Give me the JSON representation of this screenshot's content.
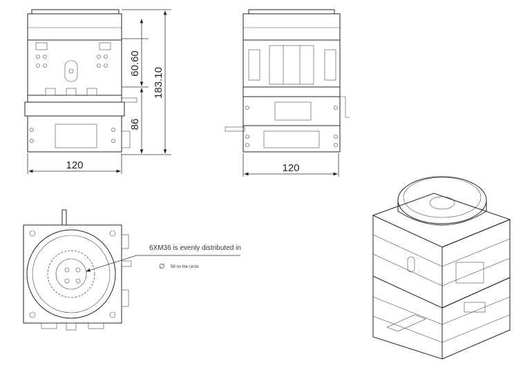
{
  "front_view": {
    "height_upper": "60.60",
    "height_lower": "86",
    "height_total": "183.10",
    "width": "120"
  },
  "side_view": {
    "width": "120"
  },
  "top_view": {
    "note_line1": "6XM36 is evenly distributed in",
    "note_line2": "58 on the circle",
    "diameter_symbol": "∅"
  }
}
